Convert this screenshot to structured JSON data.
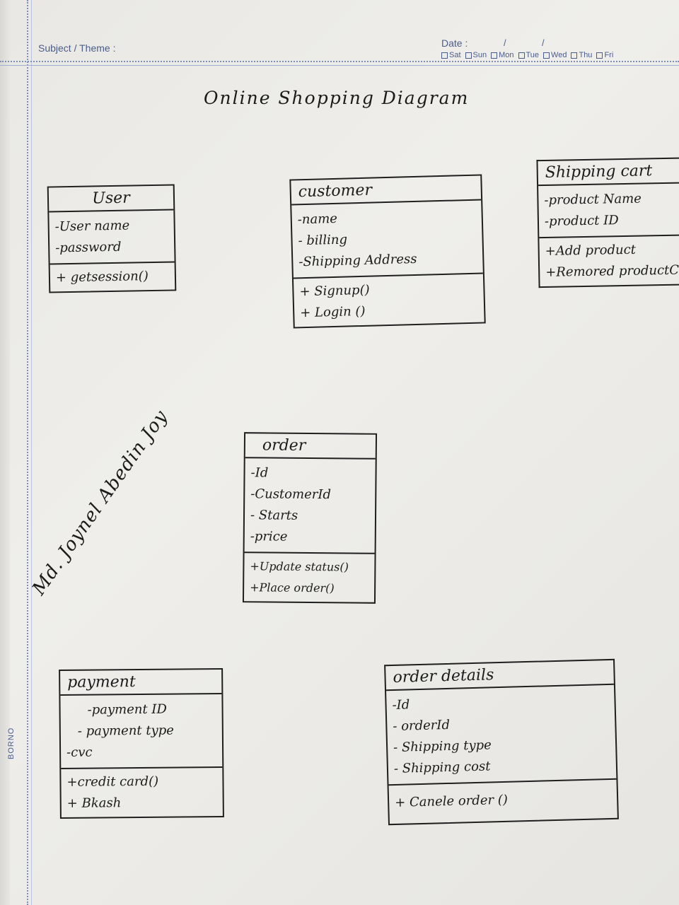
{
  "header": {
    "subject_label": "Subject / Theme :",
    "date_label": "Date :",
    "days": [
      "Sat",
      "Sun",
      "Mon",
      "Tue",
      "Wed",
      "Thu",
      "Fri"
    ]
  },
  "brand": "BORNO",
  "title": "Online Shopping Diagram",
  "author": "Md. Joynel Abedin Joy",
  "classes": {
    "user": {
      "name": "User",
      "attributes": [
        "-User name",
        "-password"
      ],
      "operations": [
        "+ getsession()"
      ]
    },
    "customer": {
      "name": "customer",
      "attributes": [
        "-name",
        "- billing",
        "-Shipping Address"
      ],
      "operations": [
        "+ Signup()",
        "+ Login ()"
      ]
    },
    "shipping_cart": {
      "name": "Shipping cart",
      "attributes": [
        "-product Name",
        "-product ID"
      ],
      "operations": [
        "+Add product",
        "+Remored productC"
      ]
    },
    "order": {
      "name": "order",
      "attributes": [
        "-Id",
        "-CustomerId",
        "- Starts",
        "-price"
      ],
      "operations": [
        "+Update status()",
        "+Place order()"
      ]
    },
    "payment": {
      "name": "payment",
      "attributes": [
        "-payment ID",
        "- payment type",
        "-cvc"
      ],
      "operations": [
        "+credit card()",
        "+ Bkash"
      ]
    },
    "order_details": {
      "name": "order details",
      "attributes": [
        "-Id",
        "- orderId",
        "- Shipping type",
        "- Shipping cost"
      ],
      "operations": [
        "+ Canele order ()"
      ]
    }
  }
}
